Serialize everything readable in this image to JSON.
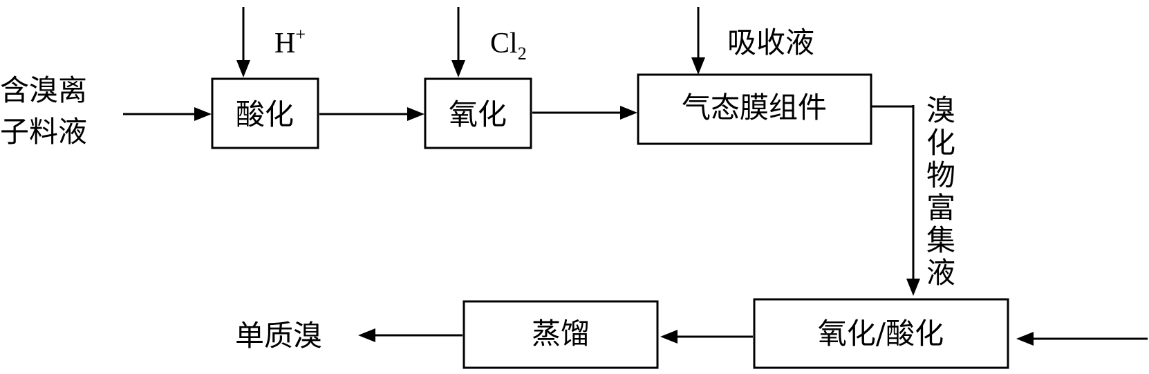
{
  "diagram": {
    "input_feed": [
      "含溴离",
      "子料液"
    ],
    "reagents": {
      "acid": {
        "symbol": "H",
        "superscript": "+"
      },
      "chlorine": {
        "symbol": "Cl",
        "subscript": "2"
      },
      "absorbent": "吸收液"
    },
    "boxes": {
      "acidification": "酸化",
      "oxidation": "氧化",
      "membrane": "气态膜组件",
      "oxidation_acidification": "氧化/酸化",
      "distillation": "蒸馏"
    },
    "enriched_liquid": [
      "溴",
      "化",
      "物",
      "富",
      "集",
      "液"
    ],
    "product": "单质溴"
  }
}
